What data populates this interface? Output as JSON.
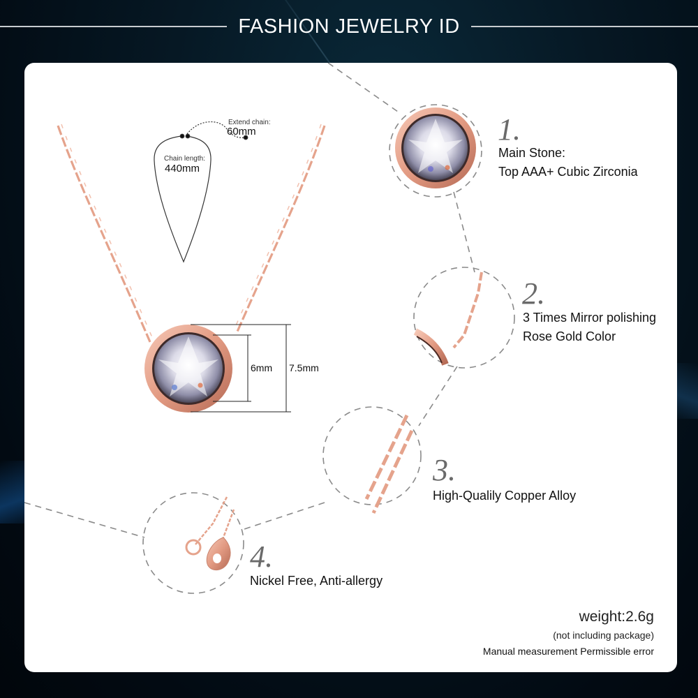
{
  "header": {
    "title": "FASHION JEWELRY ID"
  },
  "diagram": {
    "extend_chain_label": "Extend chain:",
    "extend_chain_value": "60mm",
    "chain_length_label": "Chain length:",
    "chain_length_value": "440mm",
    "stone_dimension": "6mm",
    "pendant_dimension": "7.5mm"
  },
  "features": [
    {
      "number": "1.",
      "lines": [
        "Main Stone:",
        "Top AAA+ Cubic Zirconia"
      ]
    },
    {
      "number": "2.",
      "lines": [
        "3 Times Mirror polishing",
        "Rose Gold Color"
      ]
    },
    {
      "number": "3.",
      "lines": [
        "High-Qualily Copper Alloy"
      ]
    },
    {
      "number": "4.",
      "lines": [
        "Nickel Free, Anti-allergy"
      ]
    }
  ],
  "weight": {
    "value": "weight:2.6g",
    "note": "(not including package)",
    "disclaimer": "Manual measurement Permissible error"
  },
  "colors": {
    "rose_gold": "#e8a38e",
    "rose_gold_dark": "#b86a55",
    "dash": "#8a8a8a",
    "background_dark": "#061824"
  }
}
